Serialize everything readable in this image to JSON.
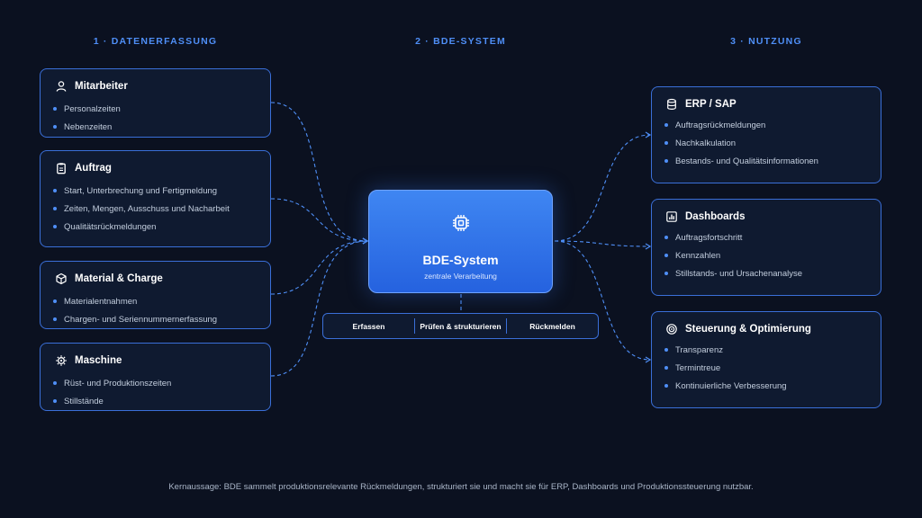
{
  "headers": {
    "col1": "1 · DATENERFASSUNG",
    "col2": "2 · BDE-SYSTEM",
    "col3": "3 · NUTZUNG"
  },
  "inputs": [
    {
      "title": "Mitarbeiter",
      "icon": "user-icon",
      "items": [
        "Personalzeiten",
        "Nebenzeiten"
      ]
    },
    {
      "title": "Auftrag",
      "icon": "clipboard-icon",
      "items": [
        "Start, Unterbrechung und Fertigmeldung",
        "Zeiten, Mengen, Ausschuss und Nacharbeit",
        "Qualitätsrückmeldungen"
      ]
    },
    {
      "title": "Material & Charge",
      "icon": "cube-icon",
      "items": [
        "Materialentnahmen",
        "Chargen- und Seriennummernerfassung"
      ]
    },
    {
      "title": "Maschine",
      "icon": "gear-icon",
      "items": [
        "Rüst- und Produktionszeiten",
        "Stillstände"
      ]
    }
  ],
  "center": {
    "title": "BDE-System",
    "subtitle": "zentrale Verarbeitung",
    "icon": "chip-icon",
    "steps": [
      "Erfassen",
      "Prüfen & strukturieren",
      "Rückmelden"
    ]
  },
  "outputs": [
    {
      "title": "ERP / SAP",
      "icon": "database-icon",
      "items": [
        "Auftragsrückmeldungen",
        "Nachkalkulation",
        "Bestands- und Qualitätsinformationen"
      ]
    },
    {
      "title": "Dashboards",
      "icon": "bar-chart-icon",
      "items": [
        "Auftragsfortschritt",
        "Kennzahlen",
        "Stillstands- und Ursachenanalyse"
      ]
    },
    {
      "title": "Steuerung & Optimierung",
      "icon": "target-icon",
      "items": [
        "Transparenz",
        "Termintreue",
        "Kontinuierliche Verbesserung"
      ]
    }
  ],
  "footer": "Kernaussage: BDE sammelt produktionsrelevante Rückmeldungen, strukturiert sie und macht sie für ERP, Dashboards und Produktionssteuerung nutzbar.",
  "colors": {
    "accent": "#4f8ff7",
    "background": "#0b1120",
    "card": "#0f1a30",
    "border": "#3a6fd8"
  }
}
